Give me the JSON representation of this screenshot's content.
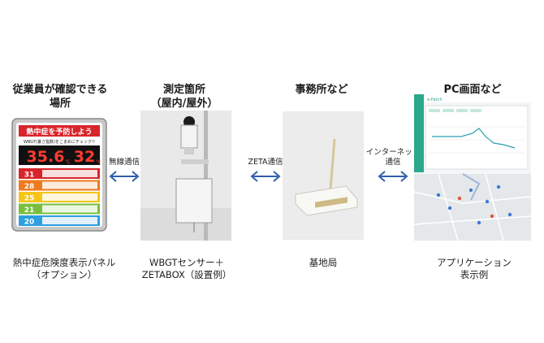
{
  "columns": [
    {
      "title": "従業員が確認できる\n場所",
      "caption": "熱中症危険度表示パネル\n（オプション）"
    },
    {
      "title": "測定箇所\n（屋内/屋外）",
      "caption": "WBGTセンサー＋\nZETABOX（設置例）"
    },
    {
      "title": "事務所など",
      "caption": "基地局"
    },
    {
      "title": "PC画面など",
      "caption": "アプリケーション\n表示例"
    }
  ],
  "links": [
    {
      "label": "無線通信"
    },
    {
      "label": "ZETA通信"
    },
    {
      "label": "インターネット\n通信"
    }
  ],
  "panel": {
    "header": "熱中症を予防しよう",
    "sub": "WBGT(暑さ指数)をこまめにチェック!!",
    "value1": "35.6",
    "value2": "32",
    "unit": "℃",
    "levels": [
      "31",
      "28",
      "25",
      "21",
      "20"
    ],
    "colors": [
      "#d8252b",
      "#ee7a1e",
      "#f5c518",
      "#79bf3d",
      "#2e9fe0"
    ]
  },
  "app": {
    "brand": "e-Patch"
  }
}
